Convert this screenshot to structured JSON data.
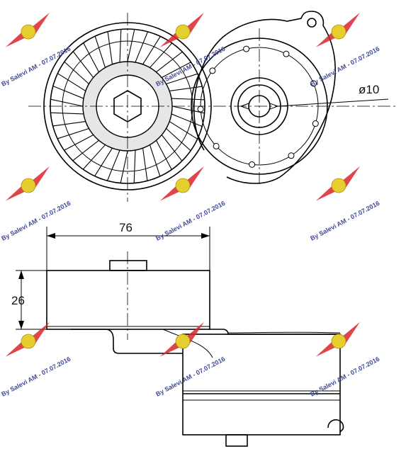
{
  "dimensions": {
    "width_label": "76",
    "height_label": "26",
    "bore_label": "ø10"
  },
  "watermark": {
    "text": "By Salevi AM - 07.07.2016",
    "wing_color": "#d9262b",
    "badge_color": "#e5cf2e",
    "text_color": "#3f4a9e"
  },
  "line_color": "#000000"
}
